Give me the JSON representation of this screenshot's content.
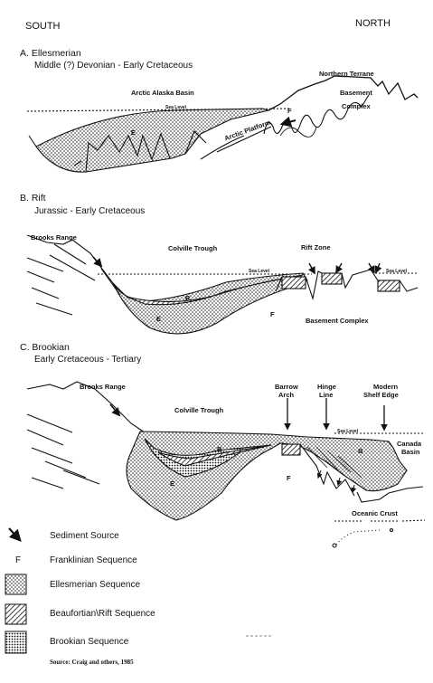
{
  "header": {
    "south": "SOUTH",
    "north": "NORTH"
  },
  "panels": {
    "a": {
      "title": "A. Ellesmerian",
      "age": "Middle (?) Devonian - Early Cretaceous",
      "labels": {
        "basin": "Arctic Alaska Basin",
        "terrane": "Northern Terrane",
        "basement": "Basement",
        "complex": "Complex",
        "platform": "Arctic Platform",
        "sea": "Sea Level",
        "f": "F",
        "e": "E"
      }
    },
    "b": {
      "title": "B. Rift",
      "age": "Jurassic - Early Cretaceous",
      "labels": {
        "range": "Brooks Range",
        "trough": "Colville Trough",
        "rift": "Rift Zone",
        "sea1": "Sea Level",
        "sea2": "Sea Level",
        "basement": "Basement Complex",
        "f": "F",
        "e": "E",
        "r": "R"
      }
    },
    "c": {
      "title": "C. Brookian",
      "age": "Early Cretaceous - Tertiary",
      "labels": {
        "range": "Brooks Range",
        "trough": "Colville Trough",
        "barrow1": "Barrow",
        "barrow2": "Arch",
        "hinge1": "Hinge",
        "hinge2": "Line",
        "modern1": "Modern",
        "modern2": "Shelf Edge",
        "sea": "Sea Level",
        "canada1": "Canada",
        "canada2": "Basin",
        "crust": "Oceanic Crust",
        "f": "F",
        "e": "E",
        "b1": "B",
        "b2": "B"
      }
    }
  },
  "legend": {
    "f_symbol": "F",
    "items": [
      "Sediment Source",
      "Franklinian Sequence",
      "Ellesmerian Sequence",
      "Beaufortian\\Rift Sequence",
      "Brookian Sequence"
    ],
    "source": "Source: Craig and others, 1985"
  }
}
